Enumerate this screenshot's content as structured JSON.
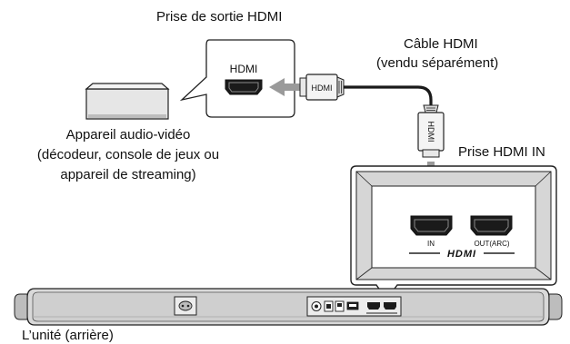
{
  "labels": {
    "hdmi_output_jack": "Prise de sortie HDMI",
    "hdmi_cable_line1": "Câble HDMI",
    "hdmi_cable_line2": "(vendu séparément)",
    "av_device_line1": "Appareil audio-vidéo",
    "av_device_line2": "(décodeur, console de jeux ou",
    "av_device_line3": "appareil de streaming)",
    "hdmi_in_jack": "Prise HDMI IN",
    "unit_rear": "L’unité (arrière)"
  },
  "port_text": {
    "source_port": "HDMI",
    "plug_horizontal": "HDMI",
    "plug_vertical": "HDMI",
    "in_port": "IN",
    "out_port": "OUT(ARC)",
    "hdmi_logo": "HDMI"
  },
  "colors": {
    "outline": "#222222",
    "device_gray": "#d4d4d4",
    "panel_gray": "#d6d6d6",
    "bar_gray": "#cfcfcf",
    "arrow_gray": "#9a9a9a",
    "port_black": "#1a1a1a"
  }
}
